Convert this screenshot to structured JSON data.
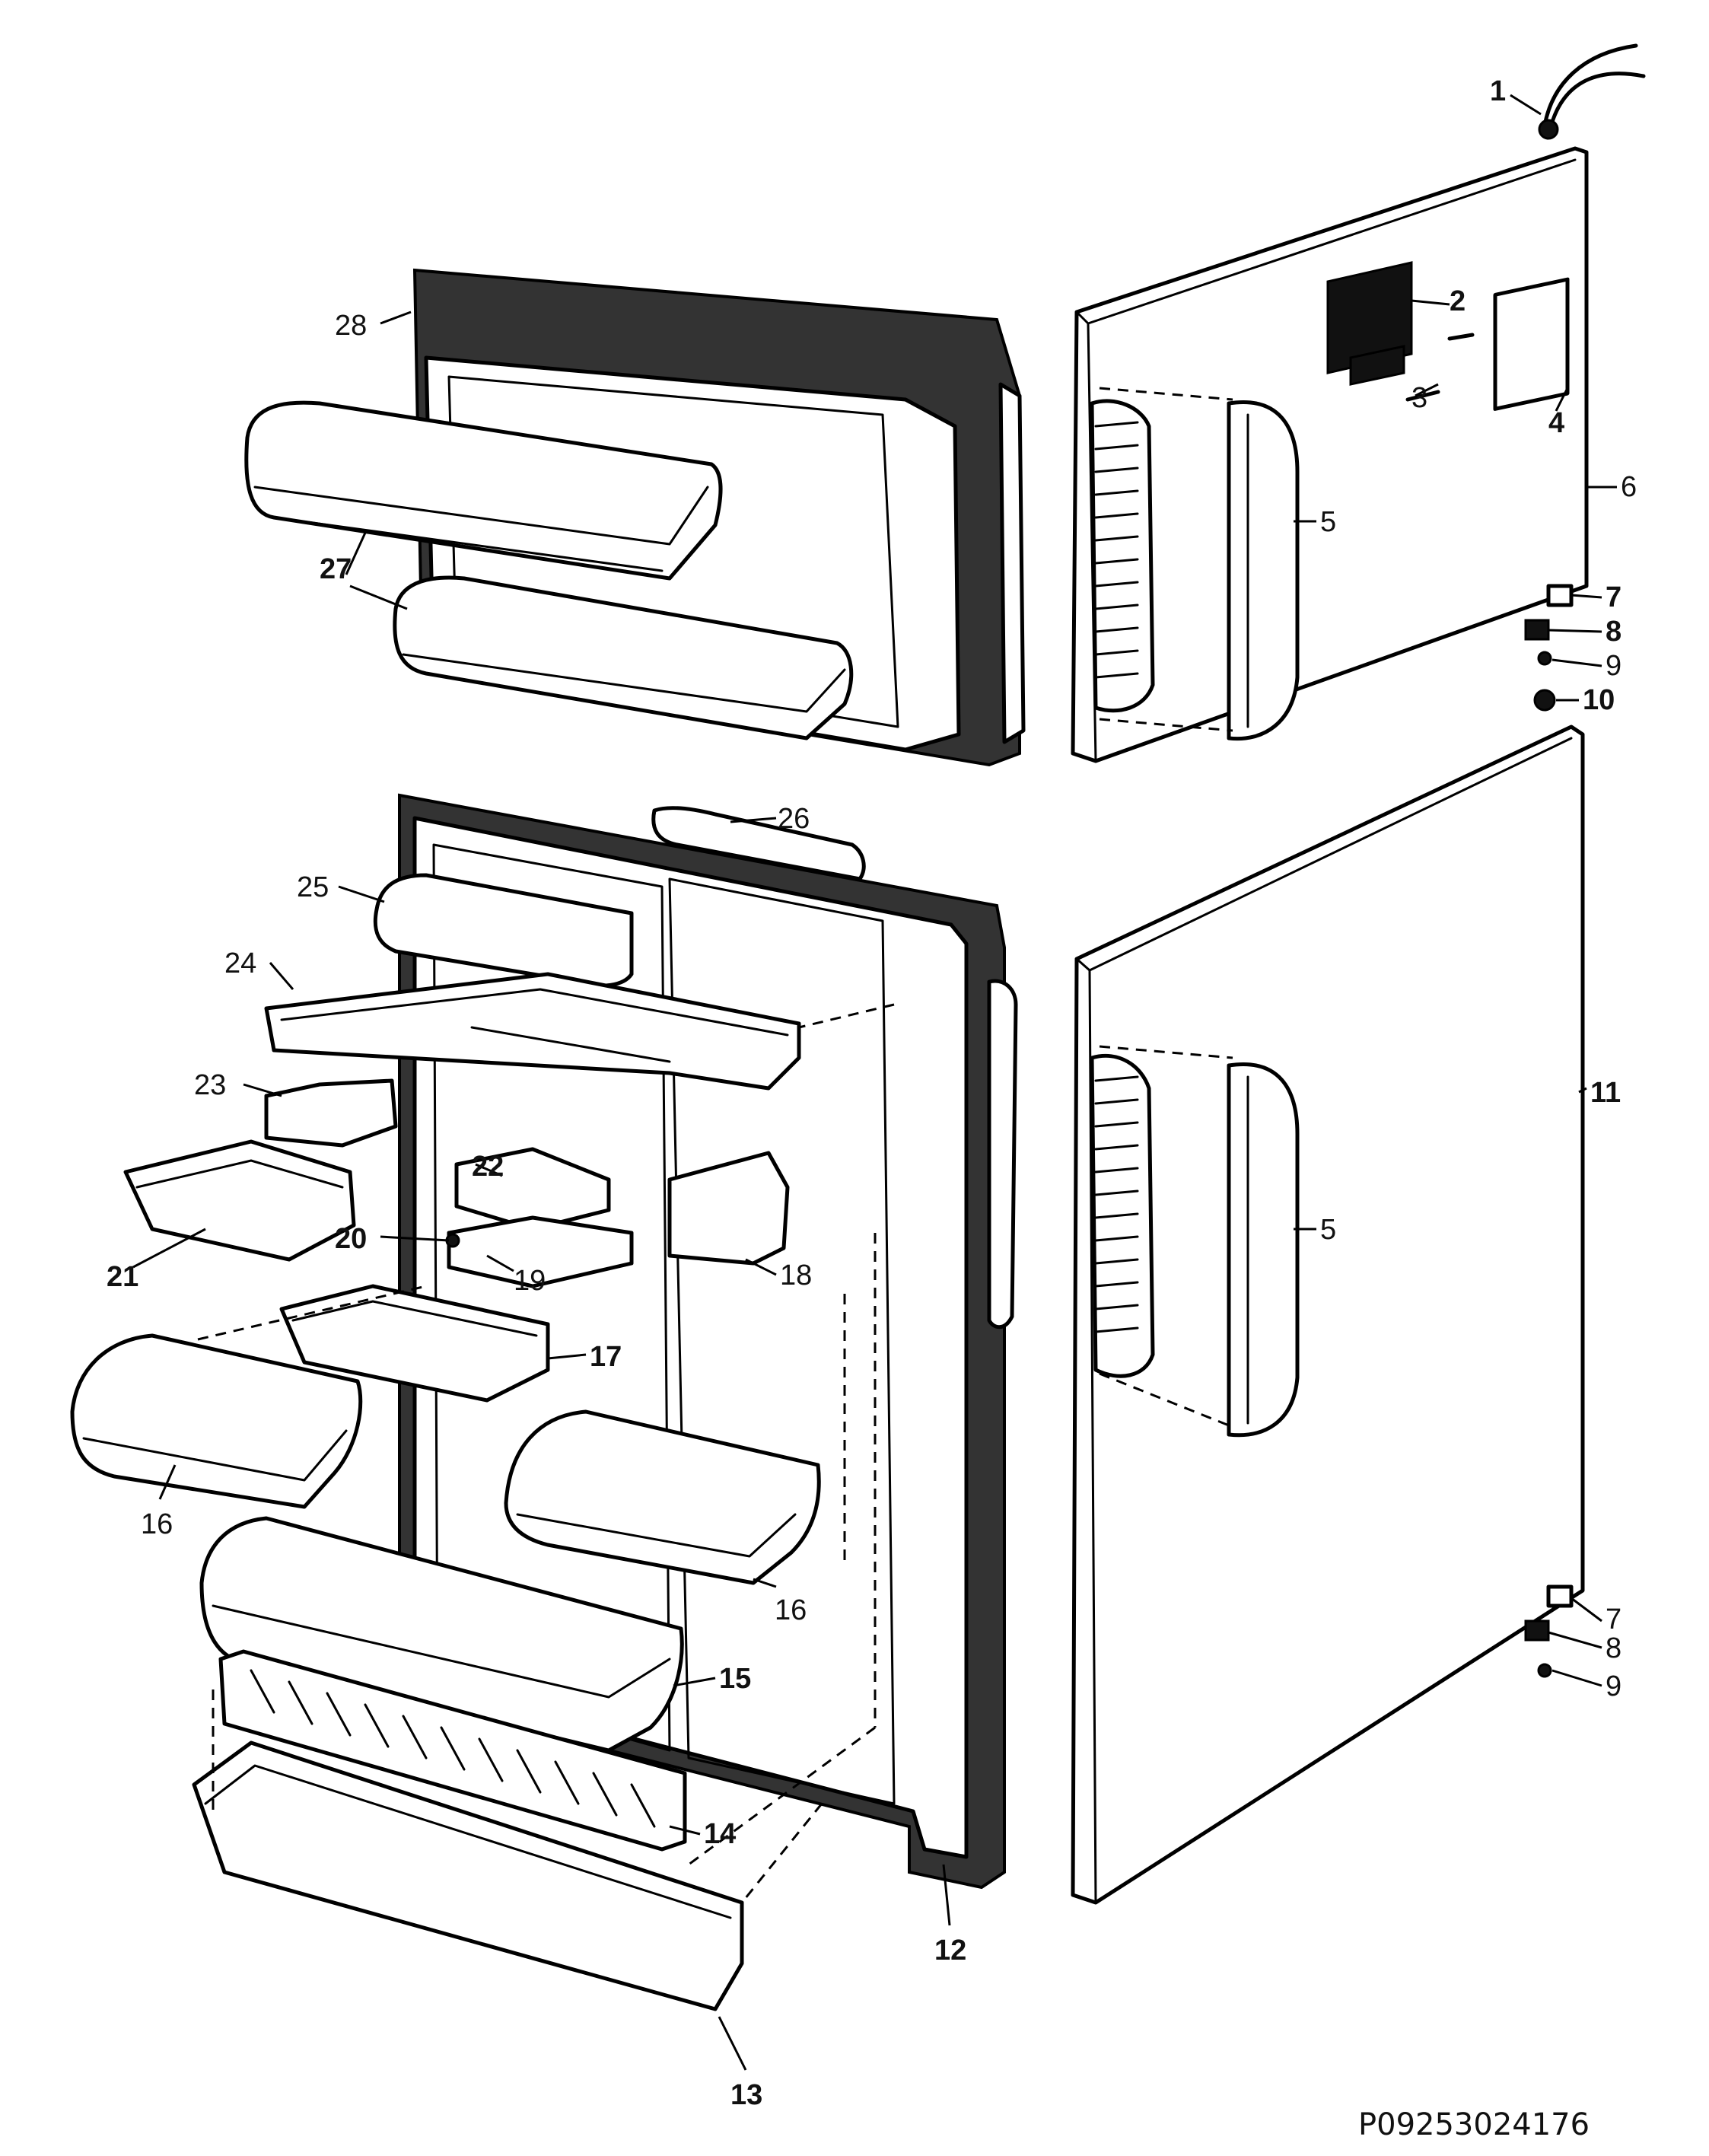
{
  "diagram": {
    "code": "P09253024176",
    "labels": [
      {
        "id": "l1",
        "text": "1"
      },
      {
        "id": "l2",
        "text": "2"
      },
      {
        "id": "l3",
        "text": "3"
      },
      {
        "id": "l4",
        "text": "4"
      },
      {
        "id": "l5a",
        "text": "5"
      },
      {
        "id": "l6",
        "text": "6"
      },
      {
        "id": "l7a",
        "text": "7"
      },
      {
        "id": "l8a",
        "text": "8"
      },
      {
        "id": "l9a",
        "text": "9"
      },
      {
        "id": "l10",
        "text": "10"
      },
      {
        "id": "l11",
        "text": "11"
      },
      {
        "id": "l5b",
        "text": "5"
      },
      {
        "id": "l7b",
        "text": "7"
      },
      {
        "id": "l8b",
        "text": "8"
      },
      {
        "id": "l9b",
        "text": "9"
      },
      {
        "id": "l12",
        "text": "12"
      },
      {
        "id": "l13",
        "text": "13"
      },
      {
        "id": "l14",
        "text": "14"
      },
      {
        "id": "l15",
        "text": "15"
      },
      {
        "id": "l16a",
        "text": "16"
      },
      {
        "id": "l16b",
        "text": "16"
      },
      {
        "id": "l17",
        "text": "17"
      },
      {
        "id": "l18",
        "text": "18"
      },
      {
        "id": "l19",
        "text": "19"
      },
      {
        "id": "l20",
        "text": "20"
      },
      {
        "id": "l21",
        "text": "21"
      },
      {
        "id": "l22",
        "text": "22"
      },
      {
        "id": "l23",
        "text": "23"
      },
      {
        "id": "l24",
        "text": "24"
      },
      {
        "id": "l25",
        "text": "25"
      },
      {
        "id": "l26",
        "text": "26"
      },
      {
        "id": "l27",
        "text": "27"
      },
      {
        "id": "l28",
        "text": "28"
      }
    ]
  }
}
